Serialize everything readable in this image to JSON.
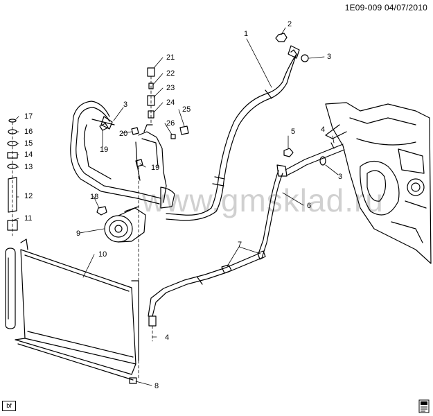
{
  "header": {
    "code": "1E09-009",
    "date": "04/07/2010"
  },
  "watermark": "www.gmsklad.ru",
  "footer": {
    "tag": "bf"
  },
  "callouts": [
    {
      "label": "1"
    },
    {
      "label": "2"
    },
    {
      "label": "3"
    },
    {
      "label": "3"
    },
    {
      "label": "3"
    },
    {
      "label": "4"
    },
    {
      "label": "4"
    },
    {
      "label": "5"
    },
    {
      "label": "6"
    },
    {
      "label": "7"
    },
    {
      "label": "8"
    },
    {
      "label": "9"
    },
    {
      "label": "10"
    },
    {
      "label": "11"
    },
    {
      "label": "12"
    },
    {
      "label": "13"
    },
    {
      "label": "14"
    },
    {
      "label": "15"
    },
    {
      "label": "16"
    },
    {
      "label": "17"
    },
    {
      "label": "18"
    },
    {
      "label": "19"
    },
    {
      "label": "19"
    },
    {
      "label": "20"
    },
    {
      "label": "21"
    },
    {
      "label": "22"
    },
    {
      "label": "23"
    },
    {
      "label": "24"
    },
    {
      "label": "25"
    },
    {
      "label": "26"
    }
  ]
}
